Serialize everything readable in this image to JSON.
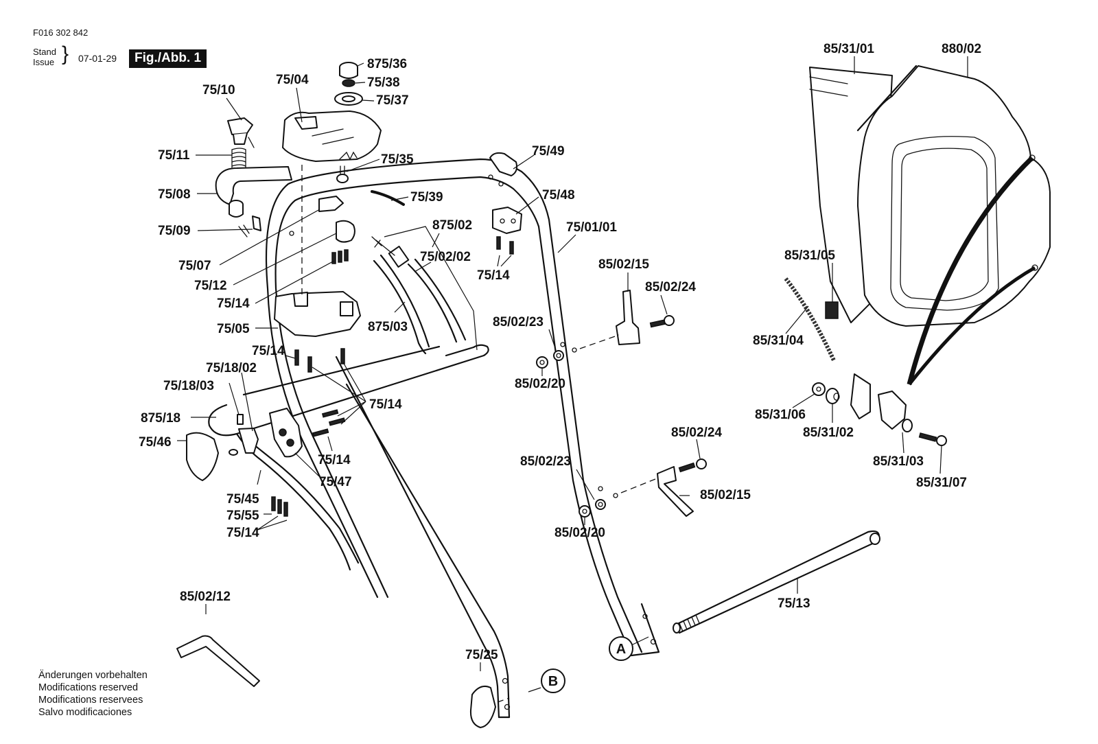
{
  "header": {
    "document_number": "F016 302 842",
    "stand_label": "Stand",
    "issue_label": "Issue",
    "date": "07-01-29",
    "figure_label": "Fig./Abb. 1"
  },
  "footer": {
    "notes": [
      "Änderungen vorbehalten",
      "Modifications reserved",
      "Modifications reservees",
      "Salvo modificaciones"
    ]
  },
  "reference_markers": {
    "a": "A",
    "b": "B"
  },
  "callouts": {
    "c875_36": "875/36",
    "c75_38": "75/38",
    "c75_37": "75/37",
    "c75_04": "75/04",
    "c75_10": "75/10",
    "c75_11": "75/11",
    "c75_35": "75/35",
    "c75_08": "75/08",
    "c75_39": "75/39",
    "c75_09": "75/09",
    "c75_07": "75/07",
    "c75_12": "75/12",
    "c75_14_a": "75/14",
    "c75_05": "75/05",
    "c75_14_b": "75/14",
    "c875_02": "875/02",
    "c75_02_02": "75/02/02",
    "c875_03": "875/03",
    "c75_49": "75/49",
    "c75_48": "75/48",
    "c75_14_c": "75/14",
    "c75_01_01": "75/01/01",
    "c75_18_02": "75/18/02",
    "c75_18_03": "75/18/03",
    "c875_18": "875/18",
    "c75_46": "75/46",
    "c75_14_d": "75/14",
    "c75_14_e": "75/14",
    "c75_47": "75/47",
    "c75_45": "75/45",
    "c75_55": "75/55",
    "c75_14_f": "75/14",
    "c85_02_15_a": "85/02/15",
    "c85_02_24_a": "85/02/24",
    "c85_02_23_a": "85/02/23",
    "c85_02_20_a": "85/02/20",
    "c85_02_24_b": "85/02/24",
    "c85_02_23_b": "85/02/23",
    "c85_02_15_b": "85/02/15",
    "c85_02_20_b": "85/02/20",
    "c85_31_01": "85/31/01",
    "c880_02": "880/02",
    "c85_31_05": "85/31/05",
    "c85_31_04": "85/31/04",
    "c85_31_06": "85/31/06",
    "c85_31_02": "85/31/02",
    "c85_31_03": "85/31/03",
    "c85_31_07": "85/31/07",
    "c75_13": "75/13",
    "c85_02_12": "85/02/12",
    "c75_25": "75/25"
  }
}
